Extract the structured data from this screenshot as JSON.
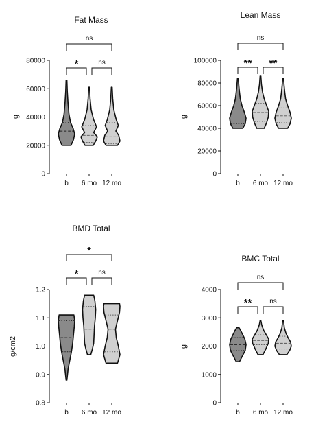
{
  "charts": [
    {
      "type": "violin",
      "title": "Fat Mass",
      "ylabel": "g",
      "ylim": [
        0,
        80000
      ],
      "yticks": [
        0,
        20000,
        40000,
        60000,
        80000
      ],
      "ytick_labels": [
        "0",
        "20000",
        "40000",
        "60000",
        "80000"
      ],
      "categories": [
        "b",
        "6 mo",
        "12 mo"
      ],
      "fills": [
        "#8a8a8a",
        "#d0d0d0",
        "#d0d0d0"
      ],
      "violins": [
        {
          "min": 20000,
          "max": 66000,
          "q1": 23000,
          "median": 30000,
          "q3": 36000,
          "profile": [
            [
              20000,
              0.55
            ],
            [
              24000,
              0.85
            ],
            [
              28000,
              1.0
            ],
            [
              32000,
              0.8
            ],
            [
              36000,
              0.5
            ],
            [
              42000,
              0.3
            ],
            [
              50000,
              0.18
            ],
            [
              58000,
              0.1
            ],
            [
              66000,
              0.05
            ]
          ]
        },
        {
          "min": 20000,
          "max": 61000,
          "q1": 22000,
          "median": 27000,
          "q3": 34000,
          "profile": [
            [
              20000,
              0.5
            ],
            [
              23000,
              0.8
            ],
            [
              26000,
              1.0
            ],
            [
              29000,
              0.55
            ],
            [
              33000,
              0.9
            ],
            [
              38000,
              0.55
            ],
            [
              45000,
              0.25
            ],
            [
              53000,
              0.12
            ],
            [
              61000,
              0.05
            ]
          ]
        },
        {
          "min": 20000,
          "max": 61000,
          "q1": 21000,
          "median": 26000,
          "q3": 36000,
          "profile": [
            [
              20000,
              0.7
            ],
            [
              23000,
              1.0
            ],
            [
              27000,
              0.85
            ],
            [
              30000,
              0.5
            ],
            [
              34000,
              0.8
            ],
            [
              38000,
              0.55
            ],
            [
              45000,
              0.25
            ],
            [
              53000,
              0.12
            ],
            [
              61000,
              0.05
            ]
          ]
        }
      ],
      "significance": [
        {
          "from": 0,
          "to": 2,
          "label": "ns"
        },
        {
          "from": 0,
          "to": 1,
          "label": "*"
        },
        {
          "from": 1,
          "to": 2,
          "label": "ns"
        }
      ]
    },
    {
      "type": "violin",
      "title": "Lean Mass",
      "ylabel": "g",
      "ylim": [
        0,
        100000
      ],
      "yticks": [
        0,
        20000,
        40000,
        60000,
        80000,
        100000
      ],
      "ytick_labels": [
        "0",
        "20000",
        "40000",
        "60000",
        "80000",
        "100000"
      ],
      "categories": [
        "b",
        "6 mo",
        "12 mo"
      ],
      "fills": [
        "#8a8a8a",
        "#d0d0d0",
        "#d0d0d0"
      ],
      "violins": [
        {
          "min": 40000,
          "max": 84000,
          "q1": 44000,
          "median": 50000,
          "q3": 56000,
          "profile": [
            [
              40000,
              0.6
            ],
            [
              44000,
              0.9
            ],
            [
              49000,
              1.0
            ],
            [
              54000,
              0.8
            ],
            [
              60000,
              0.5
            ],
            [
              66000,
              0.3
            ],
            [
              72000,
              0.2
            ],
            [
              78000,
              0.12
            ],
            [
              84000,
              0.05
            ]
          ]
        },
        {
          "min": 40000,
          "max": 86000,
          "q1": 46000,
          "median": 54000,
          "q3": 62000,
          "profile": [
            [
              40000,
              0.45
            ],
            [
              45000,
              0.75
            ],
            [
              50000,
              0.95
            ],
            [
              55000,
              1.0
            ],
            [
              60000,
              0.75
            ],
            [
              66000,
              0.45
            ],
            [
              72000,
              0.25
            ],
            [
              79000,
              0.12
            ],
            [
              86000,
              0.05
            ]
          ]
        },
        {
          "min": 40000,
          "max": 84000,
          "q1": 45000,
          "median": 51000,
          "q3": 58000,
          "profile": [
            [
              40000,
              0.55
            ],
            [
              44000,
              0.85
            ],
            [
              49000,
              1.0
            ],
            [
              54000,
              0.85
            ],
            [
              60000,
              0.55
            ],
            [
              66000,
              0.3
            ],
            [
              72000,
              0.2
            ],
            [
              78000,
              0.12
            ],
            [
              84000,
              0.05
            ]
          ]
        }
      ],
      "significance": [
        {
          "from": 0,
          "to": 2,
          "label": "ns"
        },
        {
          "from": 0,
          "to": 1,
          "label": "**"
        },
        {
          "from": 1,
          "to": 2,
          "label": "**"
        }
      ]
    },
    {
      "type": "violin",
      "title": "BMD Total",
      "ylabel": "g/cm2",
      "ylim": [
        0.8,
        1.2
      ],
      "yticks": [
        0.8,
        0.9,
        1.0,
        1.1,
        1.2
      ],
      "ytick_labels": [
        "0.8",
        "0.9",
        "1.0",
        "1.1",
        "1.2"
      ],
      "categories": [
        "b",
        "6 mo",
        "12 mo"
      ],
      "fills": [
        "#8a8a8a",
        "#d0d0d0",
        "#d0d0d0"
      ],
      "violins": [
        {
          "min": 0.88,
          "max": 1.11,
          "q1": 0.98,
          "median": 1.03,
          "q3": 1.09,
          "profile": [
            [
              0.88,
              0.05
            ],
            [
              0.92,
              0.2
            ],
            [
              0.95,
              0.4
            ],
            [
              0.98,
              0.6
            ],
            [
              1.01,
              0.75
            ],
            [
              1.04,
              0.85
            ],
            [
              1.07,
              0.95
            ],
            [
              1.09,
              1.0
            ],
            [
              1.11,
              0.9
            ]
          ]
        },
        {
          "min": 0.97,
          "max": 1.18,
          "q1": 1.0,
          "median": 1.06,
          "q3": 1.14,
          "profile": [
            [
              0.97,
              0.2
            ],
            [
              0.99,
              0.4
            ],
            [
              1.01,
              0.55
            ],
            [
              1.04,
              0.6
            ],
            [
              1.07,
              0.65
            ],
            [
              1.1,
              0.75
            ],
            [
              1.13,
              0.8
            ],
            [
              1.16,
              0.7
            ],
            [
              1.18,
              0.55
            ]
          ]
        },
        {
          "min": 0.94,
          "max": 1.15,
          "q1": 0.98,
          "median": 1.06,
          "q3": 1.11,
          "profile": [
            [
              0.94,
              0.7
            ],
            [
              0.97,
              1.0
            ],
            [
              1.0,
              0.8
            ],
            [
              1.03,
              0.55
            ],
            [
              1.06,
              0.45
            ],
            [
              1.09,
              0.7
            ],
            [
              1.12,
              0.95
            ],
            [
              1.14,
              1.0
            ],
            [
              1.15,
              0.95
            ]
          ]
        }
      ],
      "significance": [
        {
          "from": 0,
          "to": 2,
          "label": "*"
        },
        {
          "from": 0,
          "to": 1,
          "label": "*"
        },
        {
          "from": 1,
          "to": 2,
          "label": "ns"
        }
      ]
    },
    {
      "type": "violin",
      "title": "BMC Total",
      "ylabel": "g",
      "ylim": [
        0,
        4000
      ],
      "yticks": [
        0,
        1000,
        2000,
        3000,
        4000
      ],
      "ytick_labels": [
        "0",
        "1000",
        "2000",
        "3000",
        "4000"
      ],
      "categories": [
        "b",
        "6 mo",
        "12 mo"
      ],
      "fills": [
        "#8a8a8a",
        "#d0d0d0",
        "#d0d0d0"
      ],
      "violins": [
        {
          "min": 1450,
          "max": 2650,
          "q1": 1850,
          "median": 2050,
          "q3": 2300,
          "profile": [
            [
              1450,
              0.2
            ],
            [
              1650,
              0.55
            ],
            [
              1850,
              0.9
            ],
            [
              2050,
              1.0
            ],
            [
              2250,
              0.85
            ],
            [
              2400,
              0.6
            ],
            [
              2550,
              0.35
            ],
            [
              2650,
              0.15
            ]
          ]
        },
        {
          "min": 1700,
          "max": 2900,
          "q1": 2050,
          "median": 2200,
          "q3": 2400,
          "profile": [
            [
              1700,
              0.3
            ],
            [
              1900,
              0.65
            ],
            [
              2100,
              0.95
            ],
            [
              2250,
              1.0
            ],
            [
              2400,
              0.7
            ],
            [
              2550,
              0.4
            ],
            [
              2750,
              0.15
            ],
            [
              2900,
              0.05
            ]
          ]
        },
        {
          "min": 1700,
          "max": 2900,
          "q1": 1900,
          "median": 2100,
          "q3": 2350,
          "profile": [
            [
              1700,
              0.45
            ],
            [
              1850,
              0.8
            ],
            [
              2000,
              1.0
            ],
            [
              2150,
              0.9
            ],
            [
              2300,
              0.6
            ],
            [
              2450,
              0.35
            ],
            [
              2650,
              0.15
            ],
            [
              2900,
              0.05
            ]
          ]
        }
      ],
      "significance": [
        {
          "from": 0,
          "to": 2,
          "label": "ns"
        },
        {
          "from": 0,
          "to": 1,
          "label": "**"
        },
        {
          "from": 1,
          "to": 2,
          "label": "ns"
        }
      ]
    }
  ]
}
